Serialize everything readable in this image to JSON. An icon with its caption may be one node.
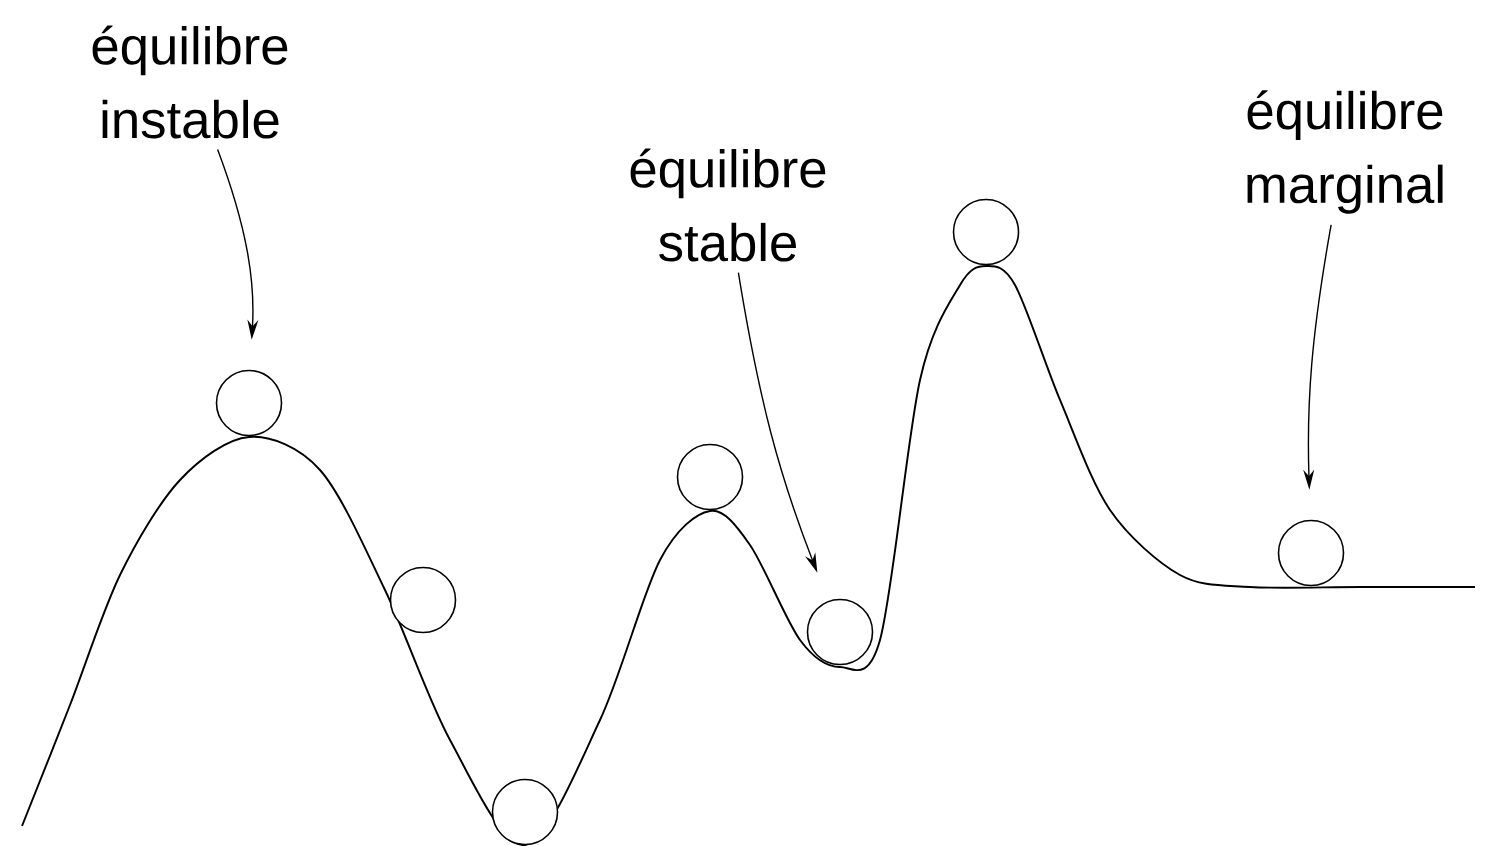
{
  "diagram": {
    "nodes": [
      {
        "text": [
          "équilibre instable"
        ]
      },
      {
        "text": [
          "équilibre stable"
        ]
      },
      {
        "text": [
          "équilibre marginal"
        ]
      },
      {
        "text": [],
        "shape": "circle"
      },
      {
        "text": [],
        "shape": "circle"
      },
      {
        "text": [],
        "shape": "circle"
      },
      {
        "text": [],
        "shape": "circle"
      },
      {
        "text": [],
        "shape": "circle"
      },
      {
        "text": [],
        "shape": "circle"
      },
      {
        "text": [],
        "shape": "circle"
      }
    ],
    "edges": [
      {
        "from": 0,
        "to": 3,
        "arrow": "to"
      },
      {
        "from": 1,
        "to": 7,
        "arrow": "to"
      },
      {
        "from": 2,
        "to": 9,
        "arrow": "to"
      }
    ]
  }
}
